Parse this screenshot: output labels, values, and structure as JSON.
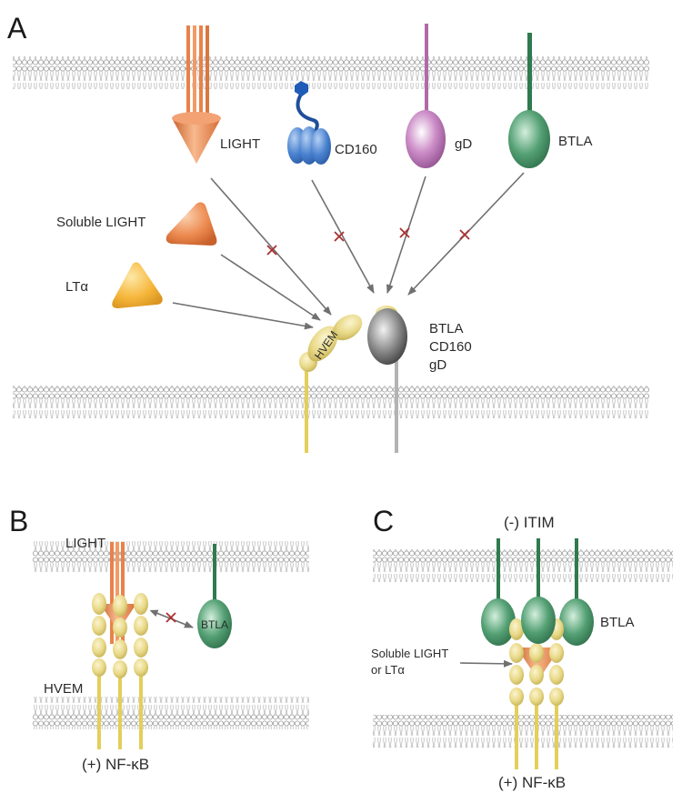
{
  "panels": {
    "a": "A",
    "b": "B",
    "c": "C"
  },
  "panel_a": {
    "ligand_light": "LIGHT",
    "ligand_cd160": "CD160",
    "ligand_gd": "gD",
    "ligand_btla": "BTLA",
    "soluble_light": "Soluble LIGHT",
    "lt_alpha": "LTα",
    "hvem": "HVEM",
    "partner_lines": [
      "BTLA",
      "CD160",
      "gD"
    ]
  },
  "panel_b": {
    "light": "LIGHT",
    "btla": "BTLA",
    "hvem": "HVEM",
    "signal": "(+) NF-κB"
  },
  "panel_c": {
    "itim": "(-) ITIM",
    "btla": "BTLA",
    "ligand": [
      "Soluble LIGHT",
      "or LTα"
    ],
    "signal": "(+) NF-κB"
  },
  "colors": {
    "light_orange": "#e8824a",
    "cd160_blue": "#3f78c4",
    "gd_purple": "#b06aaa",
    "btla_green": "#3e8a5e",
    "hvem_yellow": "#e6d67c",
    "lta_gold": "#f4b63a",
    "membrane_gray": "#b8b8b8",
    "block_mark": "#a83030"
  }
}
